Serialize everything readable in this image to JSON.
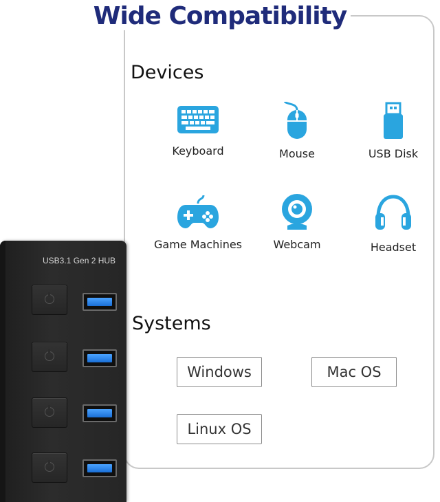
{
  "title": "Wide Compatibility",
  "devices_heading": "Devices",
  "devices": [
    {
      "label": "Keyboard",
      "icon": "keyboard-icon"
    },
    {
      "label": "Mouse",
      "icon": "mouse-icon"
    },
    {
      "label": "USB Disk",
      "icon": "usb-disk-icon"
    },
    {
      "label": "Game Machines",
      "icon": "gamepad-icon"
    },
    {
      "label": "Webcam",
      "icon": "webcam-icon"
    },
    {
      "label": "Headset",
      "icon": "headset-icon"
    }
  ],
  "systems_heading": "Systems",
  "systems": [
    {
      "label": "Windows"
    },
    {
      "label": "Mac OS"
    },
    {
      "label": "Linux OS"
    }
  ],
  "hub": {
    "label": "USB3.1 Gen 2 HUB"
  },
  "colors": {
    "title": "#1f2b7a",
    "icon": "#2aa5df",
    "panel_border": "#c8c8c8",
    "port_blue": "#1a6fd6"
  }
}
